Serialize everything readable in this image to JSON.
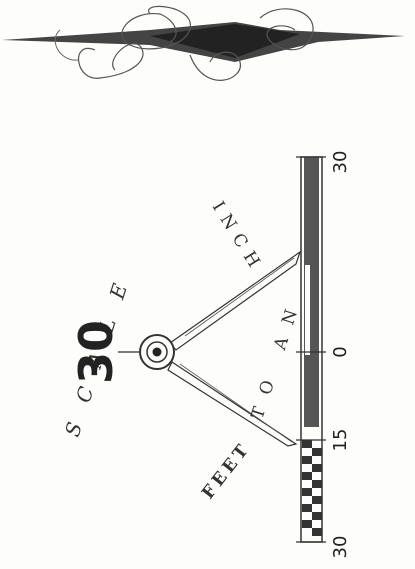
{
  "scale": {
    "word": "SCALE",
    "value": "30",
    "caption_left": "FEET",
    "caption_mid": "TO AN",
    "caption_right": "INCH",
    "ticks": [
      "30",
      "15",
      "0",
      "30"
    ]
  },
  "colors": {
    "ink": "#333333",
    "bar_dark": "#555555",
    "paper": "#fdfdfb"
  },
  "icons": {
    "dividers": "drafting-dividers-icon",
    "ribbon": "banner-ribbon-icon"
  }
}
